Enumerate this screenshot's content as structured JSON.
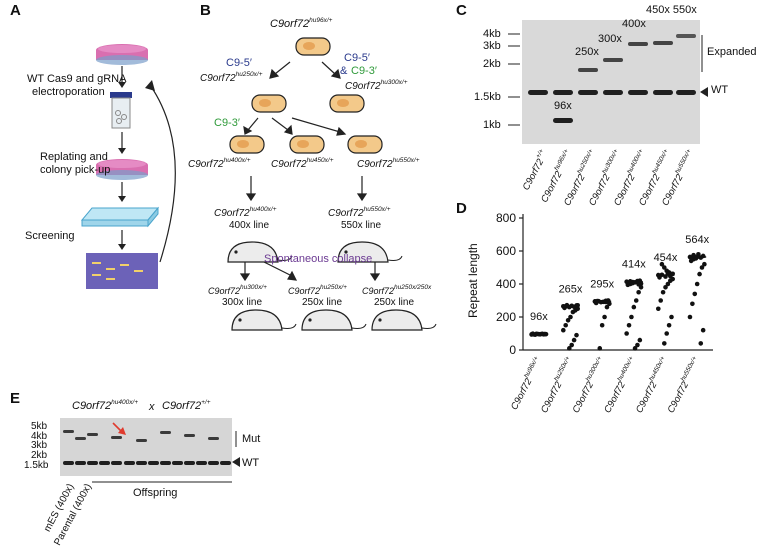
{
  "panels": {
    "a": "A",
    "b": "B",
    "c": "C",
    "d": "D",
    "e": "E"
  },
  "panel_a": {
    "steps": [
      "WT Cas9 and gRNA",
      "electroporation",
      "Replating and",
      "colony pick-up",
      "Screening"
    ]
  },
  "panel_b": {
    "top": "C9orf72",
    "top_sup": "hu96x/+",
    "c95_left": "C9-5′",
    "left1": "C9orf72",
    "left1_sup": "hu250x/+",
    "c95_right": "C9-5′",
    "amp": "&",
    "c93_right": "C9-3′",
    "right1": "C9orf72",
    "right1_sup": "hu300x/+",
    "c93_left": "C9-3′",
    "row3_a": "C9orf72",
    "row3_a_sup": "hu400x/+",
    "row3_b": "C9orf72",
    "row3_b_sup": "hu450x/+",
    "row3_c": "C9orf72",
    "row3_c_sup": "hu550x/+",
    "mouse1": "C9orf72",
    "mouse1_sup": "hu400x/+",
    "mouse1_line": "400x line",
    "mouse2": "C9orf72",
    "mouse2_sup": "hu550x/+",
    "mouse2_line": "550x line",
    "collapse": "Spontaneous collapse",
    "o1": "C9orf72",
    "o1_sup": "hu300x/+",
    "o1_line": "300x line",
    "o2": "C9orf72",
    "o2_sup": "hu250x/+",
    "o2_line": "250x line",
    "o3": "C9orf72",
    "o3_sup": "hu250x/250x",
    "o3_line": "250x line"
  },
  "panel_c": {
    "markers": [
      "4kb",
      "3kb",
      "2kb",
      "1.5kb",
      "1kb"
    ],
    "band_labels": [
      "96x",
      "250x",
      "300x",
      "400x",
      "450x 550x"
    ],
    "expanded": "Expanded",
    "wt": "WT",
    "lanes": [
      {
        "gene": "C9orf72",
        "sup": "+/+"
      },
      {
        "gene": "C9orf72",
        "sup": "hu96x/+"
      },
      {
        "gene": "C9orf72",
        "sup": "hu250x/+"
      },
      {
        "gene": "C9orf72",
        "sup": "hu300x/+"
      },
      {
        "gene": "C9orf72",
        "sup": "hu400x/+"
      },
      {
        "gene": "C9orf72",
        "sup": "hu450x/+"
      },
      {
        "gene": "C9orf72",
        "sup": "hu550x/+"
      }
    ]
  },
  "chart_data": {
    "type": "scatter",
    "ylabel": "Repeat length",
    "ylim": [
      0,
      800
    ],
    "yticks": [
      0,
      200,
      400,
      600,
      800
    ],
    "categories": [
      {
        "gene": "C9orf72",
        "sup": "hu96x/+"
      },
      {
        "gene": "C9orf72",
        "sup": "hu250x/+"
      },
      {
        "gene": "C9orf72",
        "sup": "hu300x/+"
      },
      {
        "gene": "C9orf72",
        "sup": "hu400x/+"
      },
      {
        "gene": "C9orf72",
        "sup": "hu450x/+"
      },
      {
        "gene": "C9orf72",
        "sup": "hu550x/+"
      }
    ],
    "medians": [
      96,
      265,
      295,
      414,
      454,
      564
    ],
    "median_labels": [
      "96x",
      "265x",
      "295x",
      "414x",
      "454x",
      "564x"
    ],
    "points": [
      [
        94,
        96,
        98,
        95,
        97,
        93,
        99,
        96,
        95,
        97,
        96,
        98,
        94,
        95,
        97
      ],
      [
        265,
        270,
        262,
        268,
        260,
        272,
        255,
        250,
        240,
        230,
        200,
        180,
        150,
        120,
        90,
        60,
        30,
        10,
        266,
        263,
        271,
        258
      ],
      [
        295,
        300,
        298,
        292,
        290,
        296,
        285,
        280,
        260,
        200,
        150,
        10,
        297,
        294,
        299,
        291
      ],
      [
        414,
        420,
        418,
        410,
        405,
        400,
        395,
        380,
        350,
        300,
        260,
        200,
        150,
        100,
        60,
        30,
        10,
        412,
        416,
        408,
        402,
        398
      ],
      [
        454,
        460,
        470,
        480,
        500,
        520,
        440,
        430,
        420,
        400,
        380,
        350,
        300,
        250,
        200,
        150,
        100,
        40,
        456,
        450,
        462,
        448,
        465,
        445
      ],
      [
        564,
        570,
        560,
        580,
        555,
        550,
        540,
        520,
        500,
        460,
        400,
        340,
        280,
        200,
        120,
        40,
        566,
        562,
        575,
        558
      ]
    ]
  },
  "panel_e": {
    "cross_a": "C9orf72",
    "cross_a_sup": "hu400x/+",
    "cross_x": "x",
    "cross_b": "C9orf72",
    "cross_b_sup": "+/+",
    "markers": [
      "5kb",
      "4kb",
      "3kb",
      "2kb",
      "1.5kb"
    ],
    "mut": "Mut",
    "wt": "WT",
    "lane1": "mES (400x)",
    "lane2": "Parental (400x)",
    "offspring": "Offspring"
  },
  "colors": {
    "dish": "#d96fb0",
    "gel": "#6c62b8",
    "band": "#f1d06a",
    "arrow": "#e03b2e",
    "blue_text": "#2a3a8c",
    "green_text": "#2f9a3a",
    "purple_text": "#6b3a92",
    "cell": "#f3c98a"
  }
}
